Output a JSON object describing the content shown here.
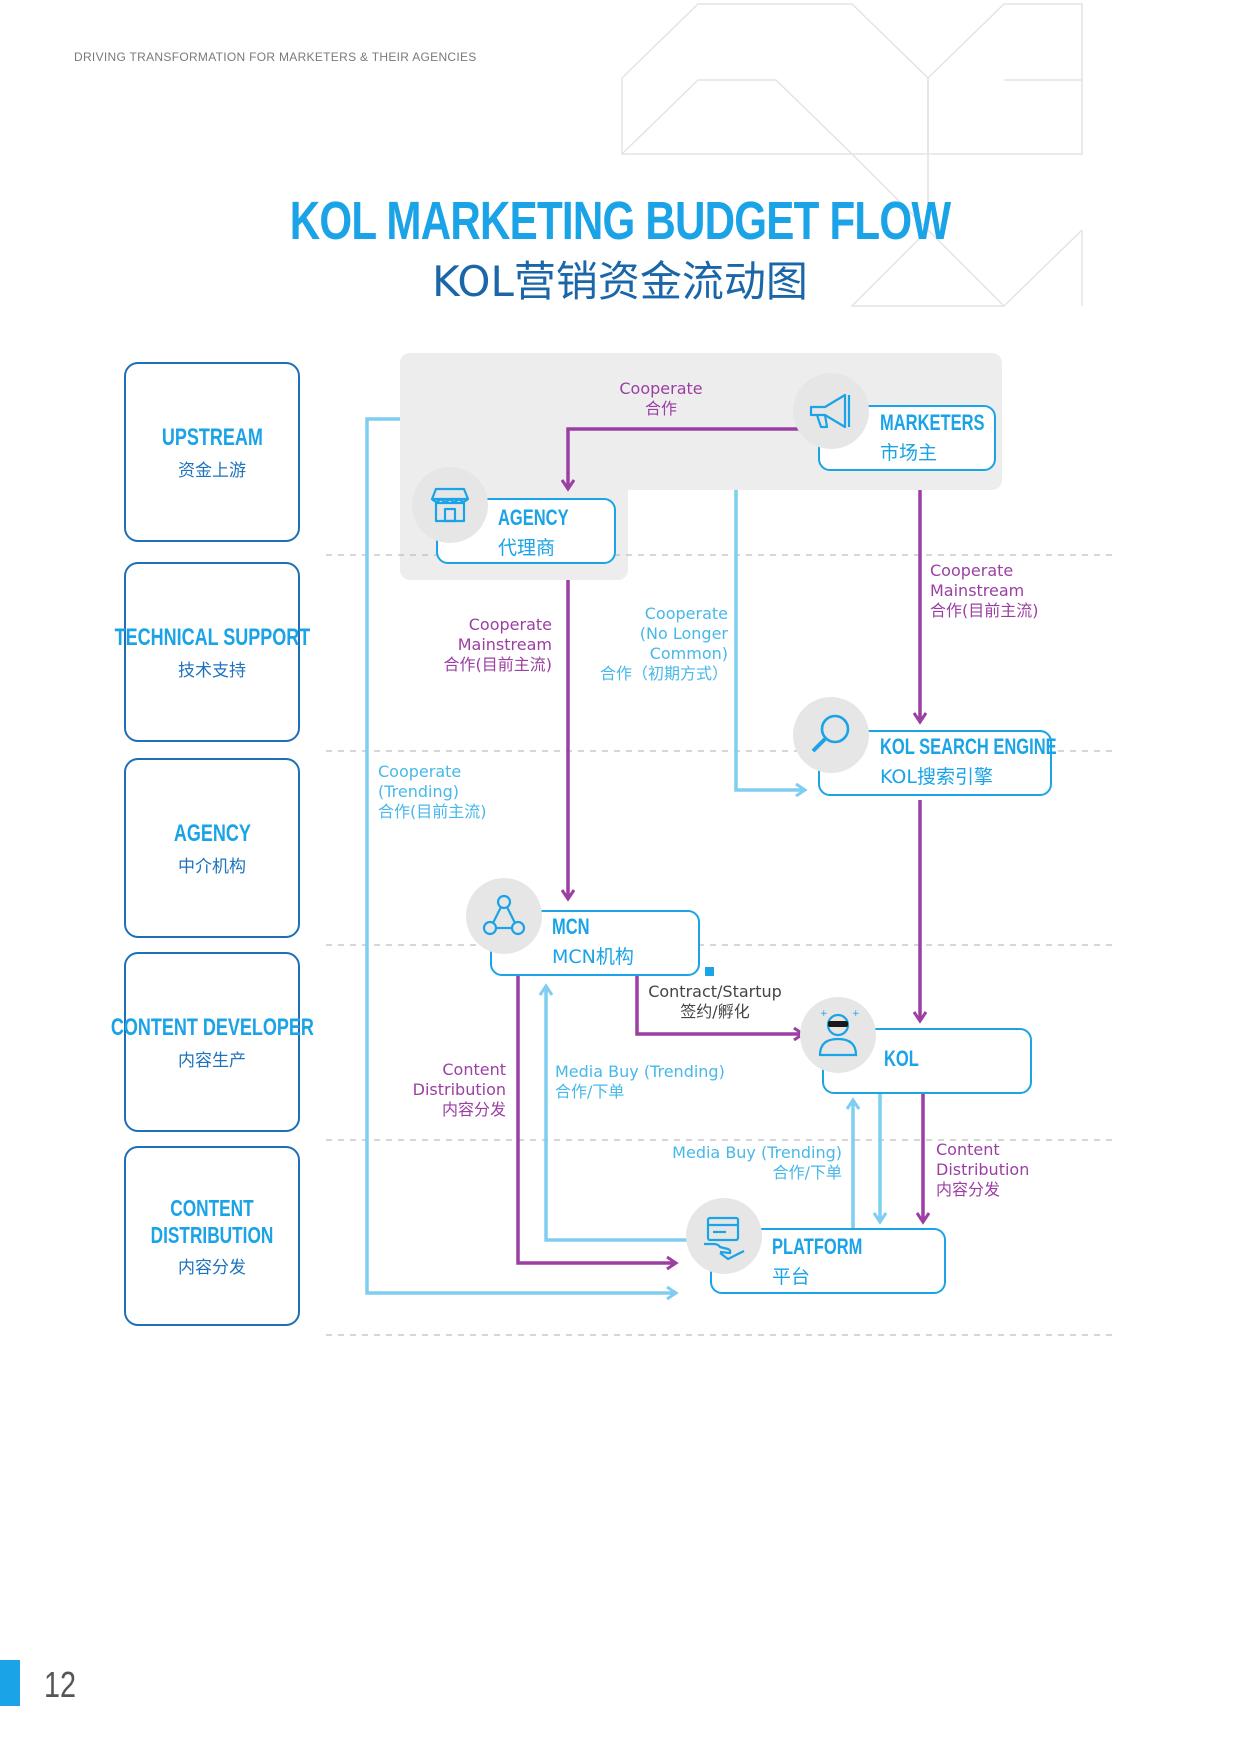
{
  "header": "DRIVING TRANSFORMATION FOR MARKETERS & THEIR AGENCIES",
  "title": {
    "en": "KOL MARKETING BUDGET FLOW",
    "cn": "KOL营销资金流动图"
  },
  "stages": [
    {
      "en": "UPSTREAM",
      "cn": "资金上游"
    },
    {
      "en": "TECHNICAL SUPPORT",
      "cn": "技术支持"
    },
    {
      "en": "AGENCY",
      "cn": "中介机构"
    },
    {
      "en": "CONTENT DEVELOPER",
      "cn": "内容生产"
    },
    {
      "en": "CONTENT DISTRIBUTION",
      "cn": "内容分发"
    }
  ],
  "nodes": {
    "marketers": {
      "en": "MARKETERS",
      "cn": "市场主",
      "icon": "megaphone-icon"
    },
    "agency": {
      "en": "AGENCY",
      "cn": "代理商",
      "icon": "shop-icon"
    },
    "search": {
      "en": "KOL SEARCH ENGINE",
      "cn": "KOL搜索引擎",
      "icon": "magnifier-icon"
    },
    "mcn": {
      "en": "MCN",
      "cn": "MCN机构",
      "icon": "network-icon"
    },
    "kol": {
      "en": "KOL",
      "cn": "",
      "icon": "person-sunglasses-icon"
    },
    "platform": {
      "en": "PLATFORM",
      "cn": "平台",
      "icon": "payment-hand-icon"
    }
  },
  "labels": {
    "cooperate": {
      "l1": "Cooperate",
      "l2": "合作"
    },
    "agency_mcn": {
      "l1": "Cooperate",
      "l2": "Mainstream",
      "l3": "合作(目前主流)"
    },
    "marketer_search": {
      "l1": "Cooperate",
      "l2": "Mainstream",
      "l3": "合作(目前主流)"
    },
    "no_longer": {
      "l1": "Cooperate",
      "l2": "(No Longer",
      "l3": "Common)",
      "l4": "合作（初期方式）"
    },
    "trending": {
      "l1": "Cooperate",
      "l2": "(Trending)",
      "l3": "合作(目前主流)"
    },
    "contract": {
      "l1": "Contract/Startup",
      "l2": "签约/孵化"
    },
    "mcn_distribution": {
      "l1": "Content",
      "l2": "Distribution",
      "l3": "内容分发"
    },
    "media_buy_mcn": {
      "l1": "Media Buy (Trending)",
      "l2": "合作/下单"
    },
    "media_buy_kol": {
      "l1": "Media Buy (Trending)",
      "l2": "合作/下单"
    },
    "kol_distribution": {
      "l1": "Content",
      "l2": "Distribution",
      "l3": "内容分发"
    }
  },
  "colors": {
    "purple": "#9b3fa3",
    "light_blue": "#7fcdf0",
    "title_blue": "#1aa3e6",
    "dark_blue": "#1e6fb8"
  },
  "page_number": "12"
}
